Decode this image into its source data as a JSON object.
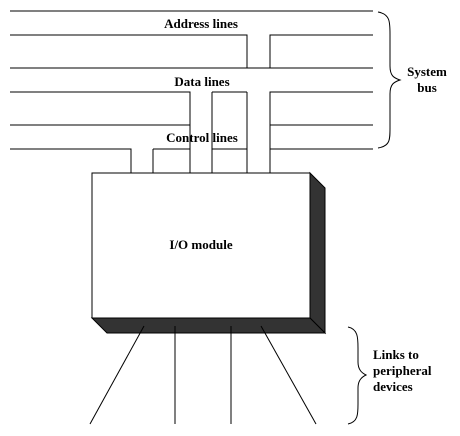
{
  "diagram": {
    "groups": {
      "address": "Address lines",
      "data": "Data lines",
      "control": "Control lines"
    },
    "module_label": "I/O module",
    "system_bus": [
      "System",
      "bus"
    ],
    "links": [
      "Links to",
      "peripheral",
      "devices"
    ]
  }
}
